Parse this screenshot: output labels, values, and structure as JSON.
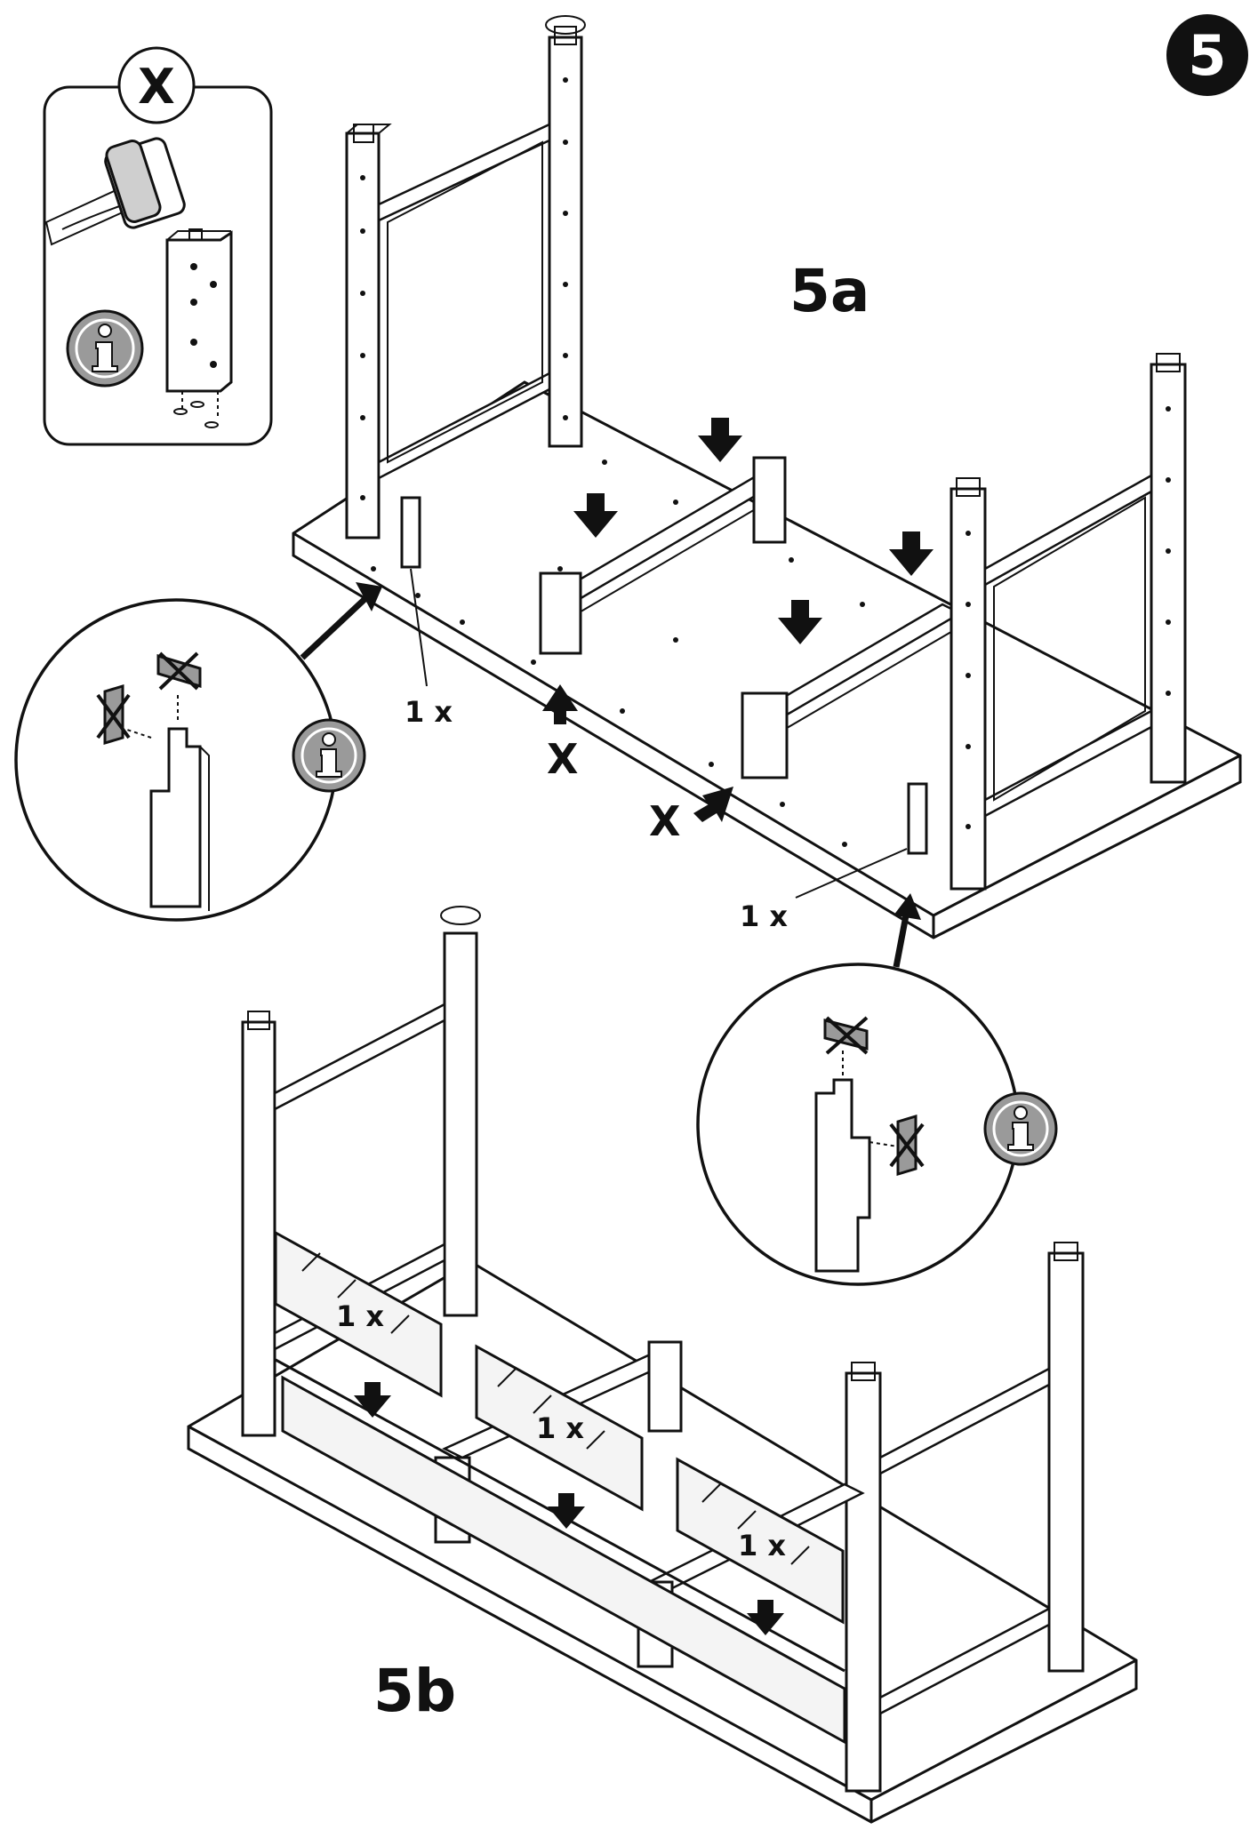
{
  "step": {
    "number": "5",
    "badge_color": "#111111"
  },
  "substeps": {
    "a": "5a",
    "b": "5b"
  },
  "callouts": {
    "tool_warning": "X",
    "info_icon": "info-icon",
    "not_allowed_mark": "X"
  },
  "quantities": {
    "left_bracket": "1 x",
    "right_bracket": "1 x",
    "panel_back": "1 x",
    "panel_middle": "1 x",
    "panel_front": "1 x"
  },
  "colors": {
    "ink": "#111111",
    "info_gray": "#9a9a9a",
    "glass": "#f4f4f4"
  }
}
